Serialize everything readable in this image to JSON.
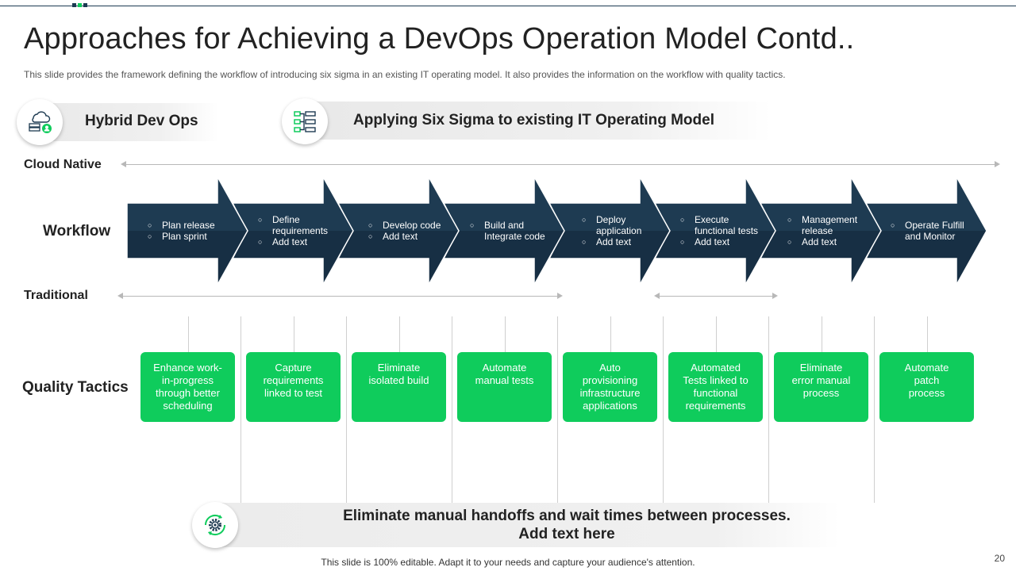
{
  "slide": {
    "title": "Approaches for Achieving a DevOps Operation Model Contd..",
    "subtitle": "This slide provides the framework defining the workflow of introducing six sigma in an existing IT operating model. It also provides the information on the workflow with quality tactics.",
    "page_number": "20",
    "footer": "This slide is 100% editable. Adapt it to your needs and capture your audience's attention."
  },
  "banners": {
    "left": {
      "label": "Hybrid Dev Ops",
      "icon": "cloud-server-user-icon"
    },
    "right": {
      "label": "Applying Six Sigma to existing IT Operating Model",
      "icon": "hierarchy-list-icon"
    }
  },
  "rows": {
    "cloud_native": "Cloud Native",
    "workflow": "Workflow",
    "traditional": "Traditional",
    "quality_tactics": "Quality Tactics"
  },
  "workflow_steps": [
    {
      "items": [
        [
          "Plan release"
        ],
        [
          "Plan sprint"
        ]
      ]
    },
    {
      "items": [
        [
          "Define",
          "requirements"
        ],
        [
          "Add text"
        ]
      ]
    },
    {
      "items": [
        [
          "Develop code"
        ],
        [
          "Add text"
        ]
      ]
    },
    {
      "items": [
        [
          "Build and",
          "Integrate code"
        ]
      ]
    },
    {
      "items": [
        [
          "Deploy",
          "application"
        ],
        [
          "Add text"
        ]
      ]
    },
    {
      "items": [
        [
          "Execute",
          "functional tests"
        ],
        [
          "Add text"
        ]
      ]
    },
    {
      "items": [
        [
          "Management",
          "release"
        ],
        [
          "Add text"
        ]
      ]
    },
    {
      "items": [
        [
          "Operate Fulfill",
          "and Monitor"
        ]
      ]
    }
  ],
  "quality_tactics": [
    [
      "Enhance work-",
      "in-progress",
      "through better",
      "scheduling"
    ],
    [
      "Capture",
      "requirements",
      "linked to test"
    ],
    [
      "Eliminate",
      "isolated build"
    ],
    [
      "Automate",
      "manual tests"
    ],
    [
      "Auto",
      "provisioning",
      "infrastructure",
      "applications"
    ],
    [
      "Automated",
      "Tests linked to",
      "functional",
      "requirements"
    ],
    [
      "Eliminate",
      "error manual",
      "process"
    ],
    [
      "Automate",
      "patch",
      "process"
    ]
  ],
  "bottom_banner": {
    "line1": "Eliminate manual handoffs and wait times between processes.",
    "line2": "Add text here",
    "icon": "gear-cycle-icon"
  },
  "colors": {
    "chevron_top": "#1e3b52",
    "chevron_bottom": "#172f44",
    "accent_green": "#0fcc5c"
  }
}
